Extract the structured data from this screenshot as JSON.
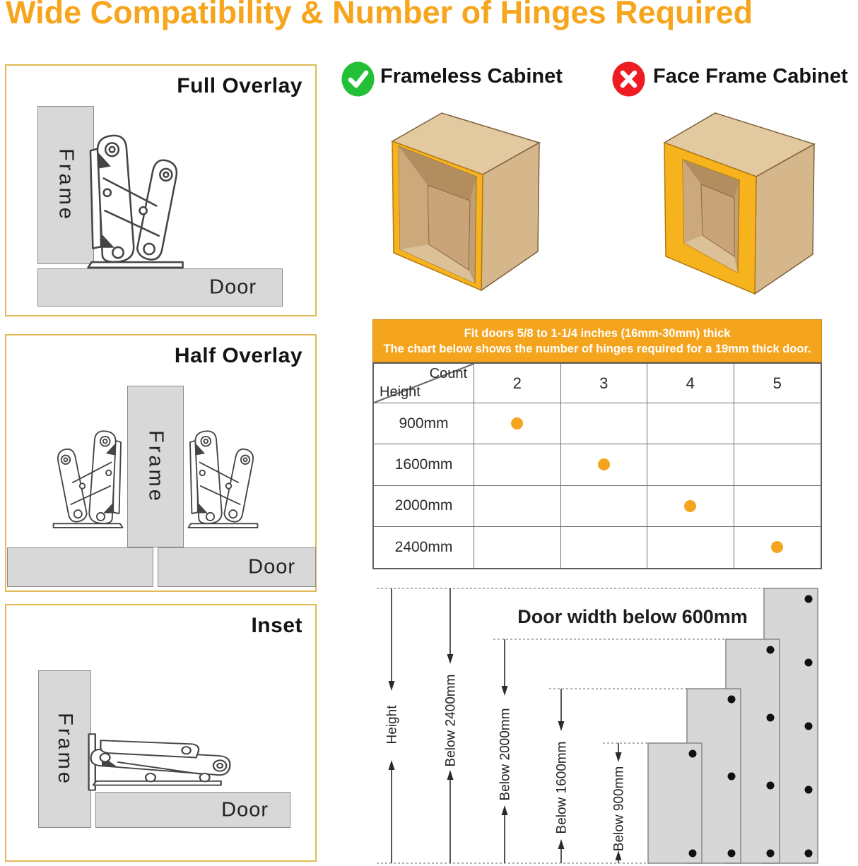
{
  "title": "Wide Compatibility & Number of Hinges Required",
  "overlay_types": [
    {
      "label": "Full Overlay",
      "frame_label": "Frame",
      "door_label": "Door"
    },
    {
      "label": "Half Overlay",
      "frame_label": "Frame",
      "door_label": "Door"
    },
    {
      "label": "Inset",
      "frame_label": "Frame",
      "door_label": "Door"
    }
  ],
  "compatibility": [
    {
      "label": "Frameless Cabinet",
      "icon": "check-icon",
      "status_color": "#22C036"
    },
    {
      "label": "Face Frame Cabinet",
      "icon": "cross-icon",
      "status_color": "#EE1B23"
    }
  ],
  "banner": {
    "line1": "Fit doors 5/8 to 1-1/4 inches (16mm-30mm) thick",
    "line2": "The chart below shows the number of hinges required for a 19mm thick door."
  },
  "chart_data": {
    "type": "table",
    "corner_top": "Count",
    "corner_bottom": "Height",
    "columns": [
      "2",
      "3",
      "4",
      "5"
    ],
    "rows": [
      {
        "height": "900mm",
        "count": 2
      },
      {
        "height": "1600mm",
        "count": 3
      },
      {
        "height": "2000mm",
        "count": 4
      },
      {
        "height": "2400mm",
        "count": 5
      }
    ],
    "dot_color": "#F5A41E"
  },
  "height_diagram": {
    "title": "Door width below 600mm",
    "arrows": [
      "Height",
      "Below 2400mm",
      "Below 2000mm",
      "Below 1600mm",
      "Below 900mm"
    ],
    "panels": [
      {
        "height_label": "Below 2400mm",
        "hinges": 5
      },
      {
        "height_label": "Below 2000mm",
        "hinges": 4
      },
      {
        "height_label": "Below 1600mm",
        "hinges": 3
      },
      {
        "height_label": "Below 900mm",
        "hinges": 2
      }
    ]
  },
  "colors": {
    "accent_orange": "#F5A41E",
    "title_orange": "#F7A51C",
    "box_border_gold": "#E2BA55",
    "check_green": "#22C036",
    "cross_red": "#EE1B23"
  }
}
